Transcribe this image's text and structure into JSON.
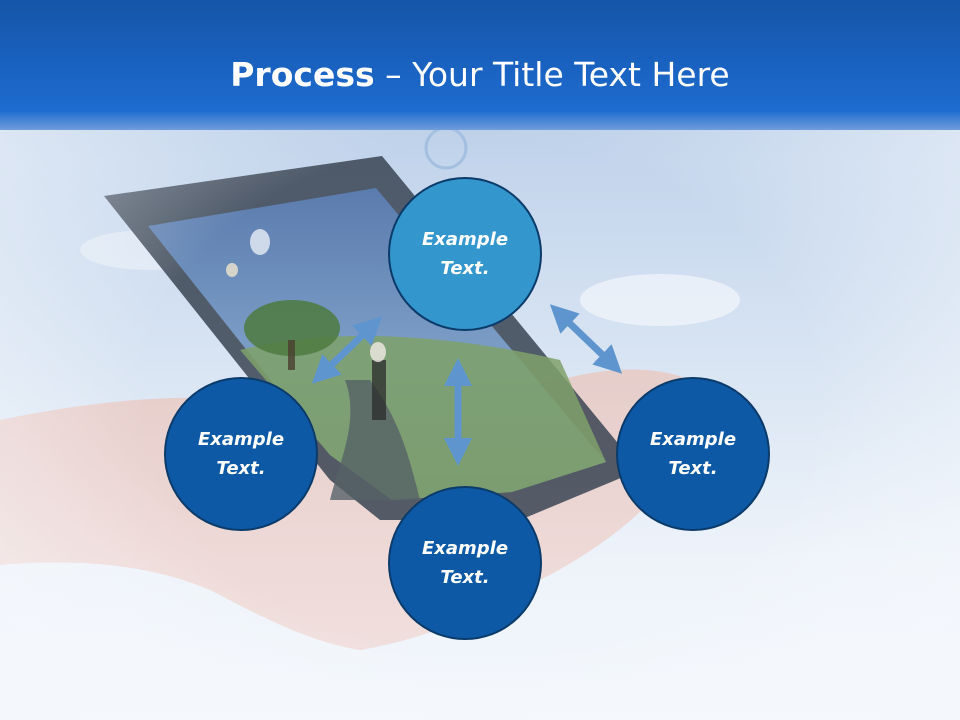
{
  "title": {
    "bold": "Process",
    "rest": " – Your Title Text Here"
  },
  "nodes": {
    "top": {
      "line1": "Example",
      "line2": "Text."
    },
    "left": {
      "line1": "Example",
      "line2": "Text."
    },
    "right": {
      "line1": "Example",
      "line2": "Text."
    },
    "bottom": {
      "line1": "Example",
      "line2": "Text."
    }
  },
  "colors": {
    "banner": "#1a63c2",
    "node_top": "#3396cc",
    "node_dark": "#0e59a5",
    "arrow": "#5f95cf"
  }
}
